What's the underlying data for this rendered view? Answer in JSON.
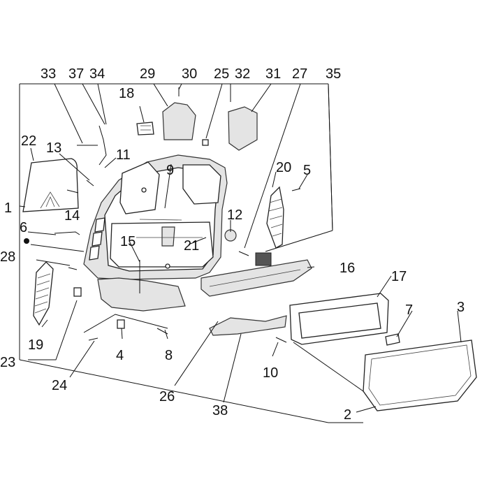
{
  "diagram": {
    "callouts": [
      "1",
      "2",
      "3",
      "4",
      "5",
      "6",
      "7",
      "8",
      "9",
      "10",
      "11",
      "12",
      "13",
      "14",
      "15",
      "16",
      "17",
      "18",
      "19",
      "20",
      "21",
      "22",
      "23",
      "24",
      "25",
      "26",
      "27",
      "28",
      "29",
      "30",
      "31",
      "32",
      "33",
      "34",
      "35",
      "37",
      "38"
    ]
  }
}
